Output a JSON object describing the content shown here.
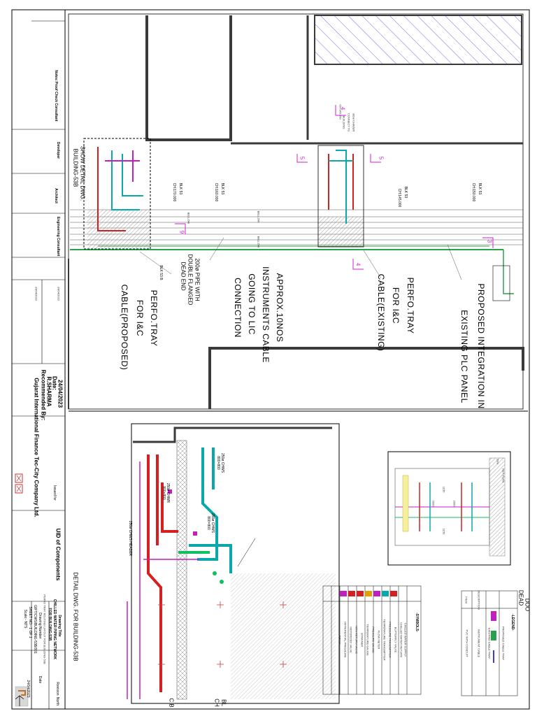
{
  "title_block": {
    "project_title_label": "Drawing Title",
    "project_title": "CHILLED WATER PIPING NETWORK",
    "project_subtitle": "FOR BUILDING-53B",
    "drawing_name": "PERFO TRAY ROUTING LAYOUT FOR BUILDING-53B",
    "drawing_number_label": "Drawing Number",
    "drawing_number": "GIFT/CWS/BUILDING-53B/001",
    "sheet_no": "SHEET NO:- 1 OF 1",
    "scale": "Scale:- NTS",
    "date_label": "Date",
    "date": "24/04/2023",
    "revision_label": "Revision",
    "north_label": "North",
    "uid_label": "UID of Components",
    "company": "Gujarat International Finance Tec-City Company Ltd.",
    "recommended_by_label": "Recommended By:",
    "recommended_by": "R.SHARMA",
    "recommended_date_label": "Date:",
    "recommended_date": "24/04/2023",
    "issued_for_label": "Issued for",
    "developer_label": "Developer",
    "architect_label": "Architect",
    "engineering_consultant_label": "Engineering Consultant",
    "proof_check_label": "Proof Check Consultant",
    "notes_label": "Notes:",
    "rev_date_1": "24/04/2023",
    "rev_date_2": "24/04/2023"
  },
  "annotations": {
    "proposed_integration_line1": "PROPOSED INTEGRATION IN",
    "proposed_integration_line2": "EXISTING PLC PANEL",
    "perfo_existing_line1": "PERFO.TRAY",
    "perfo_existing_line2": "FOR I&C",
    "perfo_existing_line3": "CABLE(EXISTING)",
    "approx_line1": "APPROX.10NOS",
    "approx_line2": "INSTRUMENTS CABLE",
    "approx_line3": "GOING TO LIC",
    "approx_line4": "CONNECTION",
    "perfo_proposed_line1": "PERFO.TRAY",
    "perfo_proposed_line2": "FOR I&C",
    "perfo_proposed_line3": "CABLE(PROPOSED)",
    "dead_end_line1": "200ø PIPE WITH",
    "dead_end_line2": "DOUBLE FLANGED",
    "dead_end_line3": "DEAD END",
    "show_detail_line1": "SHOW DETAIL DWG.",
    "show_detail_line2": "BUILDING-53B",
    "detail_caption": "DETAIL DWG. FOR BUILDING-53B",
    "blk53_a": "BLK 53",
    "ch_a": "CH:160.000",
    "blk53_b": "BLK 53",
    "ch_b": "CH:150.000",
    "blk53_c": "BLK 53",
    "ch_c": "CH:145.000",
    "blk53_d": "BLK 53",
    "ch_d": "CH:170.000",
    "blk53b": "BLK 53 B",
    "bellow_1": "BELLOW",
    "bellow_2": "BELLOW",
    "bellow_3": "BELLOW",
    "connect_1": "300ø CHWS/R",
    "connect_2": "CONNECT TO",
    "connect_3": "BUILDING",
    "ch_connect": "CH:145.250",
    "sec5a": "5",
    "sec5b": "5",
    "sec4a": "4",
    "sec4b": "4",
    "sec3": "3",
    "sec97": "9",
    "chws_1": "250ø CHWS",
    "chws_1b": "800×800",
    "chws_2": "250ø CHWS",
    "chws_2b": "800×800",
    "chwr_1": "250ø CHWR",
    "chwr_1b": "800×800",
    "header": "250ø CHWS HEADER",
    "dead_end_partial": "DEAD",
    "doo": "DOO",
    "chb": "CH",
    "bl": "BL",
    "cb": "C B"
  },
  "legend": {
    "title": "-LEGEND-",
    "symbols_title": "-SYMBOLS-",
    "header_item": "ITEM",
    "header_desc": "DESCRIPTION",
    "items": [
      "PROPOSED CABLE TRAY",
      "EXISTING CABLE TRAY",
      "INSTRUMENT CABLE",
      "PVC WITH CONDUIT"
    ],
    "symbols": [
      "CHILLED WATER SUPPLY",
      "CHILLED WATER RETURN",
      "BUTTERFLY VALVE",
      "PRESSURE TRANSMITTER",
      "TEMPERATURE TRANSMITTER",
      "FLOW METER",
      "PRESSURE GAUGE",
      "TEMPERATURE GAUGE",
      "STRAINER",
      "NON RETURN VALVE",
      "MOTORIZED VALVE",
      "DIFFERENTIAL PRESSURE",
      "DRAIN"
    ]
  },
  "key_plan": {
    "title": "KEY PLAN",
    "dims": [
      "1150",
      "1150",
      "2000",
      "2000",
      "20m"
    ]
  },
  "colors": {
    "wall": "#3a3a3a",
    "hatch": "#3b3bd6",
    "supply": "#0aa8a8",
    "return": "#d42020",
    "tray_proposed": "#c020c0",
    "tray_existing": "#2aa04a",
    "section": "#d020d0",
    "green": "#10c060"
  }
}
